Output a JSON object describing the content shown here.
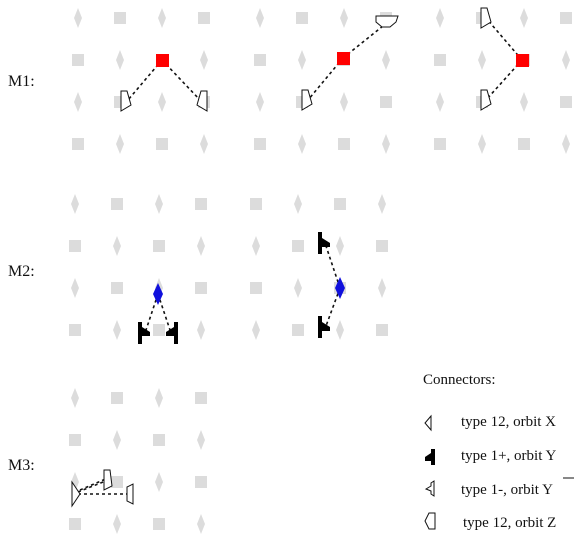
{
  "labels": {
    "m1": "M1:",
    "m2": "M2:",
    "m3": "M3:"
  },
  "legend": {
    "title": "Connectors:",
    "items": [
      {
        "text": "type 12, orbit X"
      },
      {
        "text": "type 1+, orbit Y"
      },
      {
        "text": "type 1-, orbit Y"
      },
      {
        "text": "type 12, orbit Z"
      }
    ]
  },
  "colors": {
    "square_center": "#ff0000",
    "diamond_center": "#1010dd",
    "lattice_square": "#dcdcdc",
    "lattice_diamond": "#dcdcdc"
  }
}
